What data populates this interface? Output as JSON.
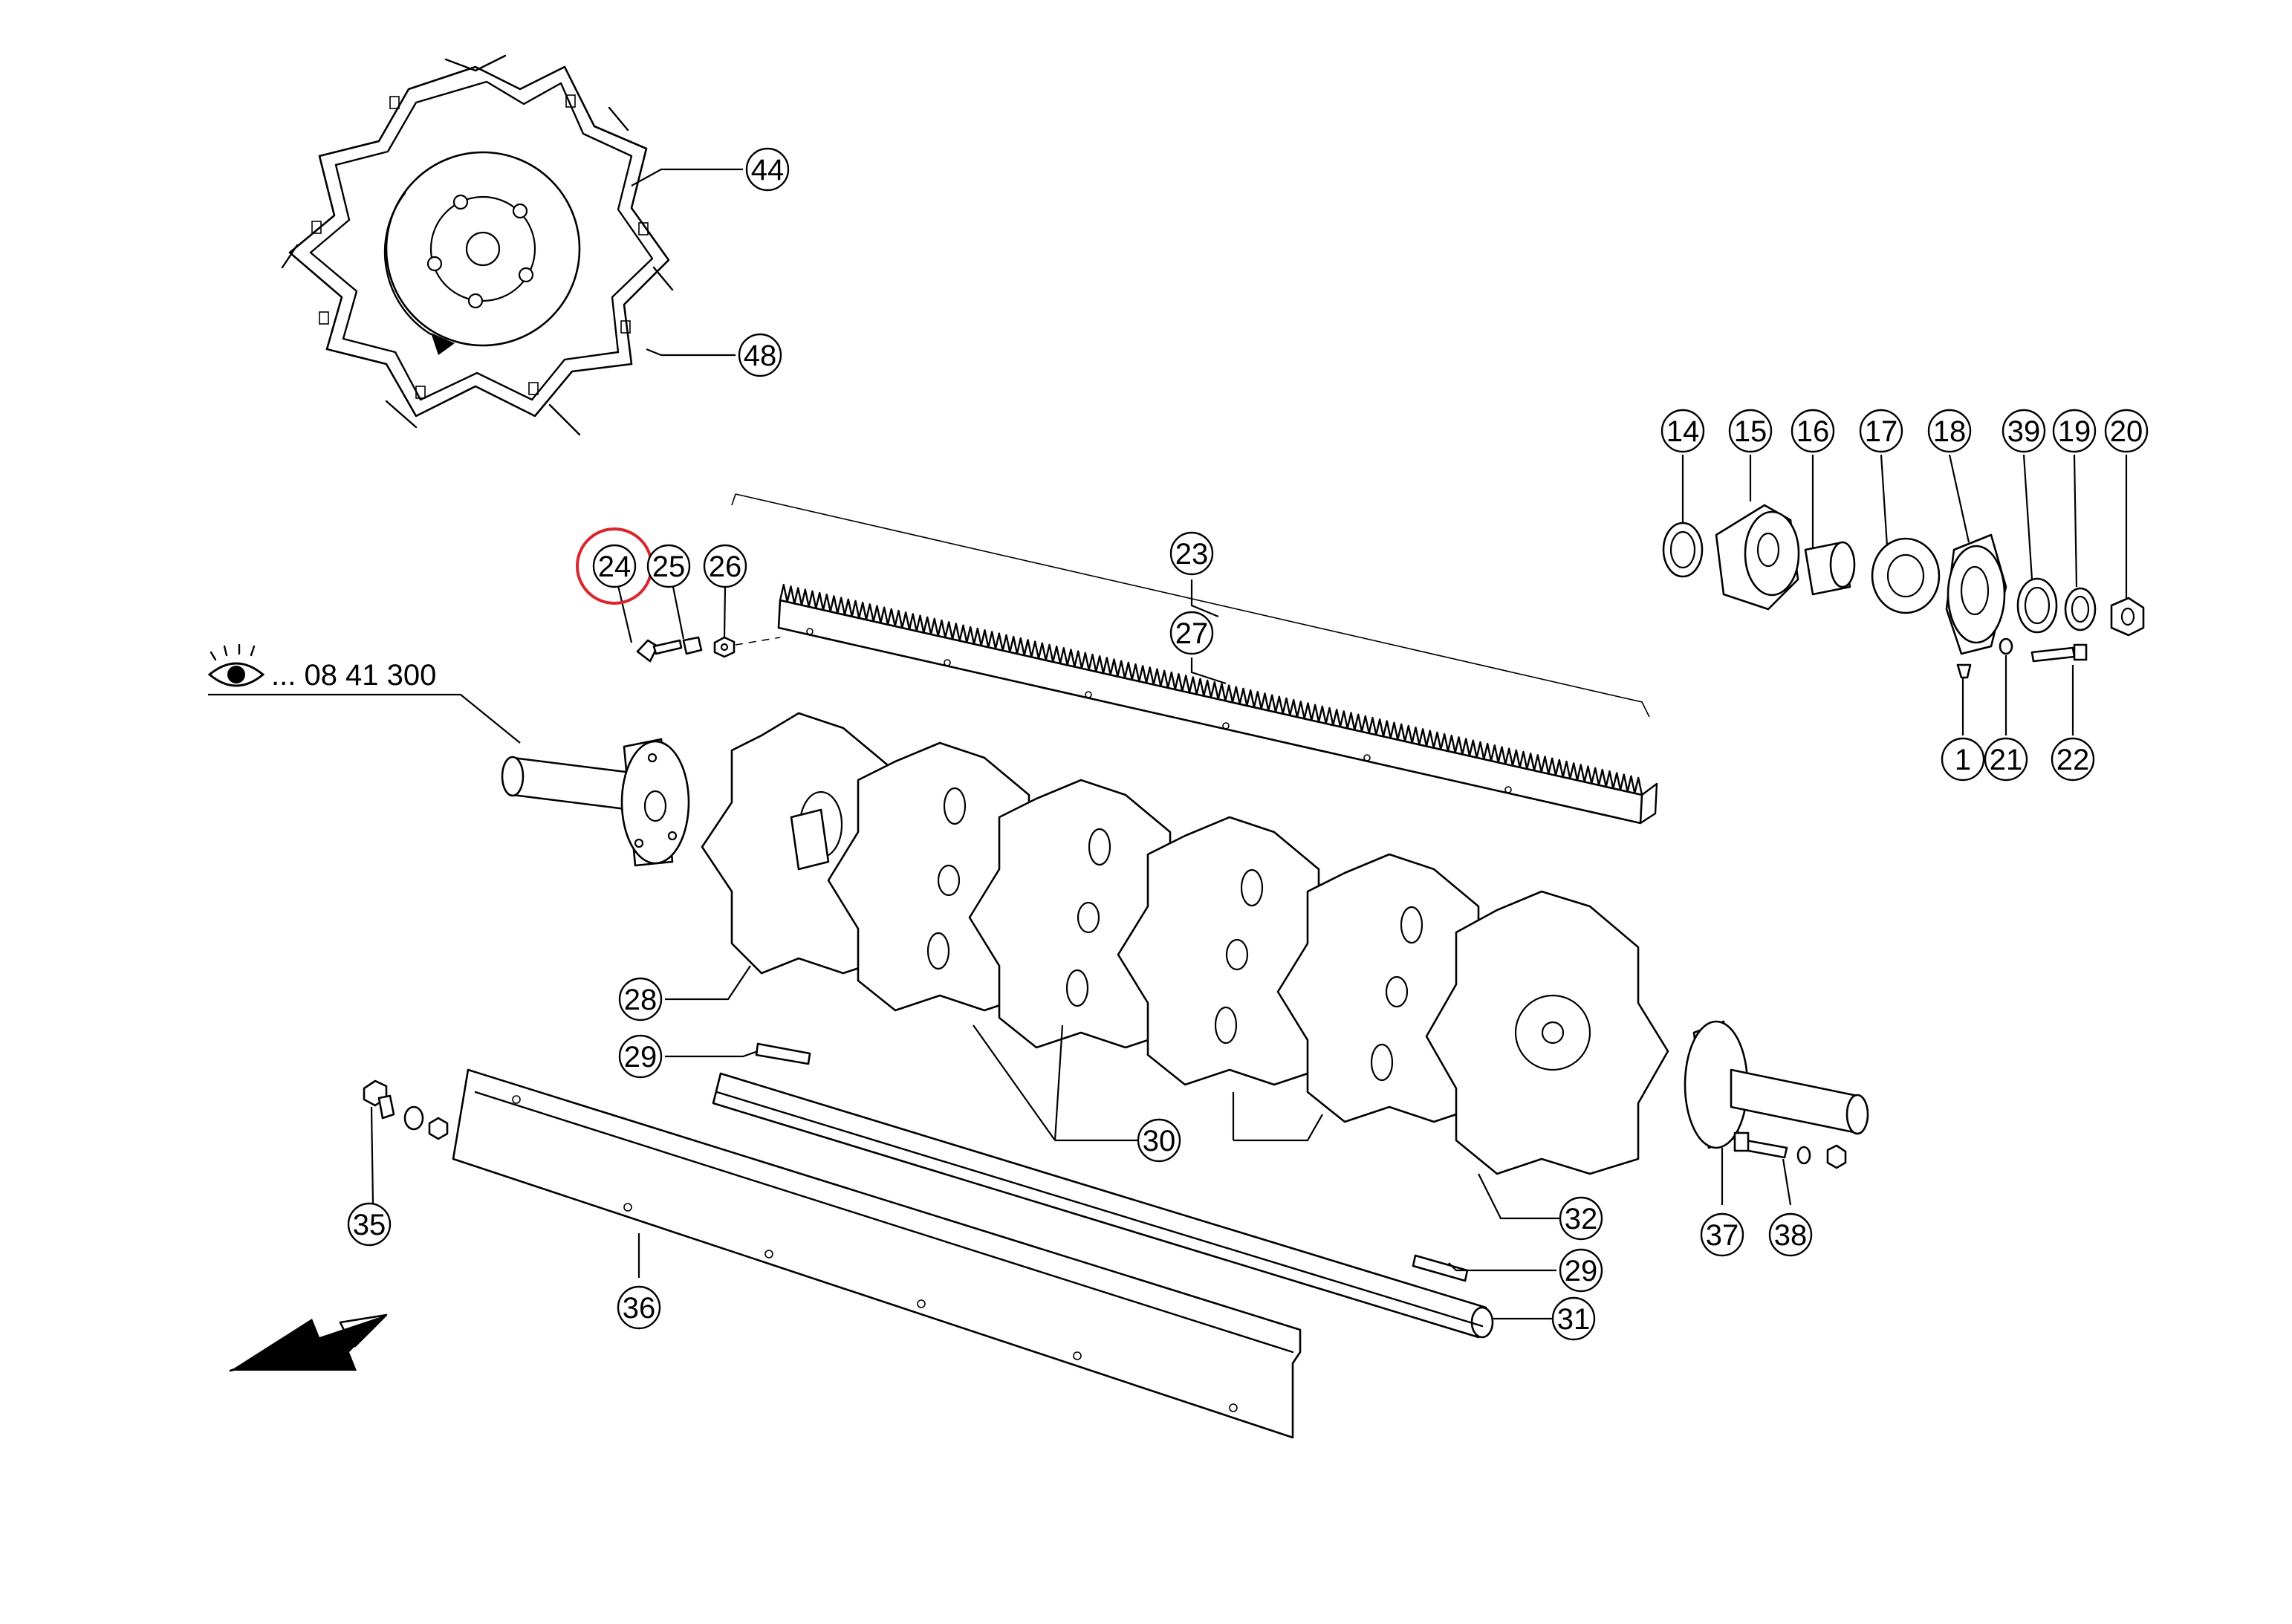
{
  "reference_note": "... 08 41 300",
  "highlight_color": "#d9262c",
  "highlighted_callout": "24",
  "callouts": {
    "c44": "44",
    "c48": "48",
    "c14": "14",
    "c15": "15",
    "c16": "16",
    "c17": "17",
    "c18": "18",
    "c39": "39",
    "c19": "19",
    "c20": "20",
    "c1": "1",
    "c21": "21",
    "c22": "22",
    "c23": "23",
    "c24": "24",
    "c25": "25",
    "c26": "26",
    "c27": "27",
    "c28": "28",
    "c29a": "29",
    "c29b": "29",
    "c30": "30",
    "c31": "31",
    "c32": "32",
    "c35": "35",
    "c36": "36",
    "c37": "37",
    "c38": "38"
  },
  "icons": {
    "eye": "eye-icon",
    "direction": "direction-arrow-icon"
  }
}
